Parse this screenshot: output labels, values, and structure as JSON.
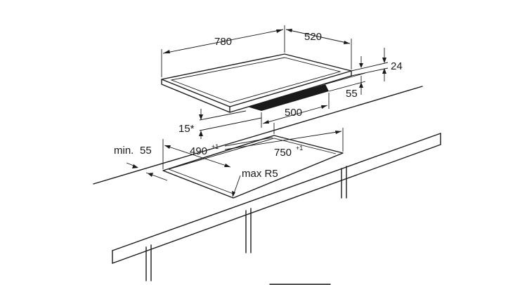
{
  "dimensions": {
    "hob_width": "780",
    "hob_depth": "520",
    "hob_thickness": "24",
    "underside_depth": "55",
    "underside_width": "500",
    "clearance": "15*",
    "min_edge_prefix": "min.",
    "min_edge_value": "55",
    "cutout_depth": "490",
    "cutout_depth_tol": "+1",
    "cutout_width": "750",
    "cutout_width_tol": "+1",
    "corner_radius": "max R5"
  }
}
